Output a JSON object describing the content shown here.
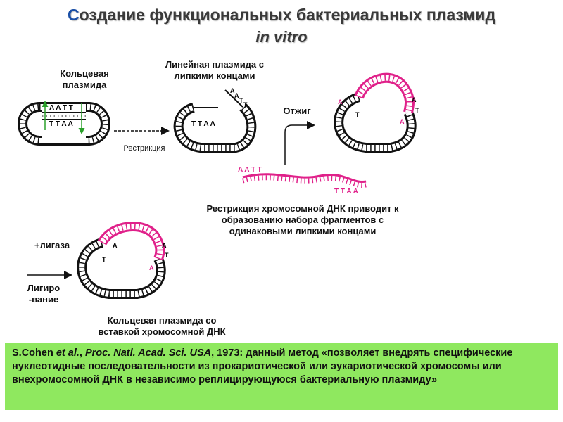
{
  "header": {
    "title_first_letter": "С",
    "title_rest": "оздание функциональных бактериальных плазмид",
    "title_line2": "in vitro"
  },
  "labels": {
    "circular_plasmid": [
      "Кольцевая",
      "плазмида"
    ],
    "linear_plasmid": [
      "Линейная плазмида с",
      "липкими концами"
    ],
    "restriction": "Рестрикция",
    "annealing": "Отжиг",
    "chromosomal_restriction": [
      "Рестрикция хромосомной ДНК приводит к",
      "образованию набора фрагментов с",
      "одинаковыми липкими концами"
    ],
    "ligase": "+лигаза",
    "ligation": [
      "Лигиро",
      "-вание"
    ],
    "recombinant_plasmid": [
      "Кольцевая плазмида со",
      "вставкой хромосомной ДНК"
    ]
  },
  "sequences": {
    "top": "A A T T",
    "bottom": "T T A A",
    "letter_A": "A",
    "letter_T": "T"
  },
  "colors": {
    "dna": "#111111",
    "insert": "#e0218a",
    "note_bg": "#8fe85f",
    "arrow": "#2aa02a",
    "title_first": "#1a4fa6"
  },
  "note": {
    "author": "S.Cohen",
    "etal": "et al.",
    "journal": "Proc. Natl. Acad. Sci. USA",
    "text": ", 1973: данный метод «позволяет внедрять специфические нуклеотидные последовательности из прокариотической или эукариотической хромосомы или внехромосомной ДНК в независимо реплицирующуюся бактериальную плазмиду»"
  }
}
